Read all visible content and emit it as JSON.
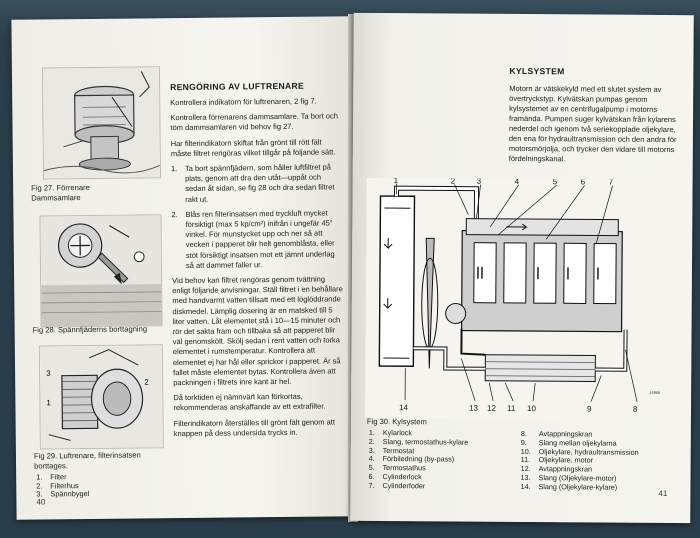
{
  "left_page": {
    "page_number": "40",
    "heading": "RENGÖRING AV LUFTRENARE",
    "intro": [
      "Kontrollera indikatorn för luftrenaren, 2 fig 7.",
      "Kontrollera förrenarens dammsamlare. Ta bort och töm dammsamlaren vid behov fig 27.",
      "Har filterindikatorn skiftat från grönt till rött fält måste filtret rengöras vilket tillgår på följande sätt."
    ],
    "steps": [
      {
        "num": "1.",
        "text": "Ta bort spännfjädern, som håller luftfiltret på plats, genom att dra den utåt—uppåt och sedan åt sidan, se fig 28 och dra sedan filtret rakt ut."
      },
      {
        "num": "2.",
        "text": "Blås ren filterinsatsen med tryckluft mycket försiktigt (max 5 kp/cm²) inifrån i ungefär 45° vinkel. För munstycket upp och ner så att vecken i papperet blir helt genomblåsta, eller stöt försiktigt insatsen mot ett jämnt underlag så att dammet faller ur."
      }
    ],
    "body": [
      "Vid behov kan filtret rengöras genom tvättning enligt följande anvisningar. Ställ filtret i en behållare med handvarmt vatten tillsatt med ett löglöddrande diskmedel. Lämplig dosering är en matsked till 5 liter vatten. Låt elementet stå i 10—15 minuter och rör det sakta fram och tillbaka så att papperet blir väl genomskölt. Skölj sedan i rent vatten och torka elementet i rumstemperatur. Kontrollera att elementet ej har hål eller sprickor i papperet. Är så fallet måste elementet bytas. Kontrollera även att packningen i filtrets inre kant är hel.",
      "Då torktiden ej nämnvärt kan förkortas, rekommenderas anskaffande av ett extrafilter.",
      "Filterindikatorn återställes till grönt fält genom att knappen på dess undersida trycks in."
    ],
    "figures": [
      {
        "caption": "Fig 27. Förrenare\n        Dammsamlare"
      },
      {
        "caption": "Fig 28. Spännfjäderns borttagning"
      },
      {
        "caption": "Fig 29. Luftrenare, filterinsatsen borttages."
      }
    ],
    "fig29_legend": [
      {
        "num": "1.",
        "label": "Filter"
      },
      {
        "num": "2.",
        "label": "Filterhus"
      },
      {
        "num": "3.",
        "label": "Spännbygel"
      }
    ]
  },
  "right_page": {
    "page_number": "41",
    "heading": "KYLSYSTEM",
    "body": "Motorn är vätskekyld med ett slutet system av övertryckstyp. Kylvätskan pumpas genom kylsystemet av en centrifugalpump i motorns framända. Pumpen suger kylvätskan från kylarens nederdel och igenom två seriekopplade oljekylare, den ena för hydraultransmission och den andra för motorsmörjolja, och trycker den vidare till motorns fördelningskanal.",
    "figure_caption": "Fig 30. Kylsystem",
    "diagram_numbers_top": [
      "1",
      "2",
      "3",
      "4",
      "5",
      "6",
      "7"
    ],
    "diagram_numbers_bottom": [
      "14",
      "13",
      "12",
      "11",
      "10",
      "9",
      "8"
    ],
    "legend_left": [
      {
        "num": "1.",
        "label": "Kylarlock"
      },
      {
        "num": "2.",
        "label": "Slang, termostathus-kylare"
      },
      {
        "num": "3.",
        "label": "Termostat"
      },
      {
        "num": "4.",
        "label": "Förbiledning (by-pass)"
      },
      {
        "num": "5.",
        "label": "Termostathus"
      },
      {
        "num": "6.",
        "label": "Cylinderlock"
      },
      {
        "num": "7.",
        "label": "Cylinderfoder"
      }
    ],
    "legend_right": [
      {
        "num": "8.",
        "label": "Avtappningskran"
      },
      {
        "num": "9.",
        "label": "Slang mellan oljekylarna"
      },
      {
        "num": "10.",
        "label": "Oljekylare, hydraultransmission"
      },
      {
        "num": "11.",
        "label": "Oljekylare, motor"
      },
      {
        "num": "12.",
        "label": "Avtappningskran"
      },
      {
        "num": "13.",
        "label": "Slang (Oljekylare-motor)"
      },
      {
        "num": "14.",
        "label": "Slang (Oljekylare-kylare)"
      }
    ]
  }
}
